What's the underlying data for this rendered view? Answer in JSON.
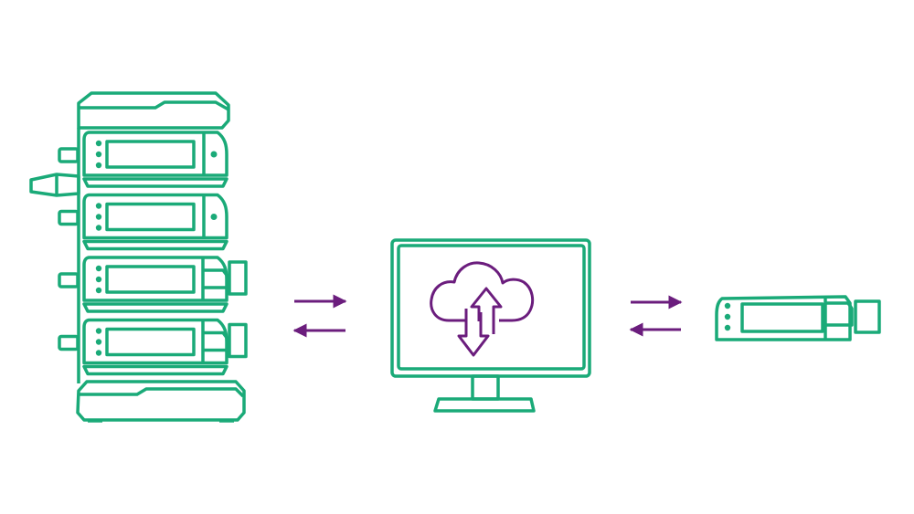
{
  "diagram": {
    "colors": {
      "device": "#1aaa78",
      "data_flow": "#6b1d7d",
      "background": "#ffffff"
    },
    "nodes": [
      {
        "id": "pump-stack",
        "icon": "infusion-pump-stack-icon",
        "pump_count": 4
      },
      {
        "id": "computer",
        "icon": "monitor-cloud-sync-icon"
      },
      {
        "id": "single-pump",
        "icon": "infusion-pump-icon"
      }
    ],
    "edges": [
      {
        "from": "pump-stack",
        "to": "computer",
        "direction": "bidirectional"
      },
      {
        "from": "computer",
        "to": "single-pump",
        "direction": "bidirectional"
      }
    ]
  }
}
